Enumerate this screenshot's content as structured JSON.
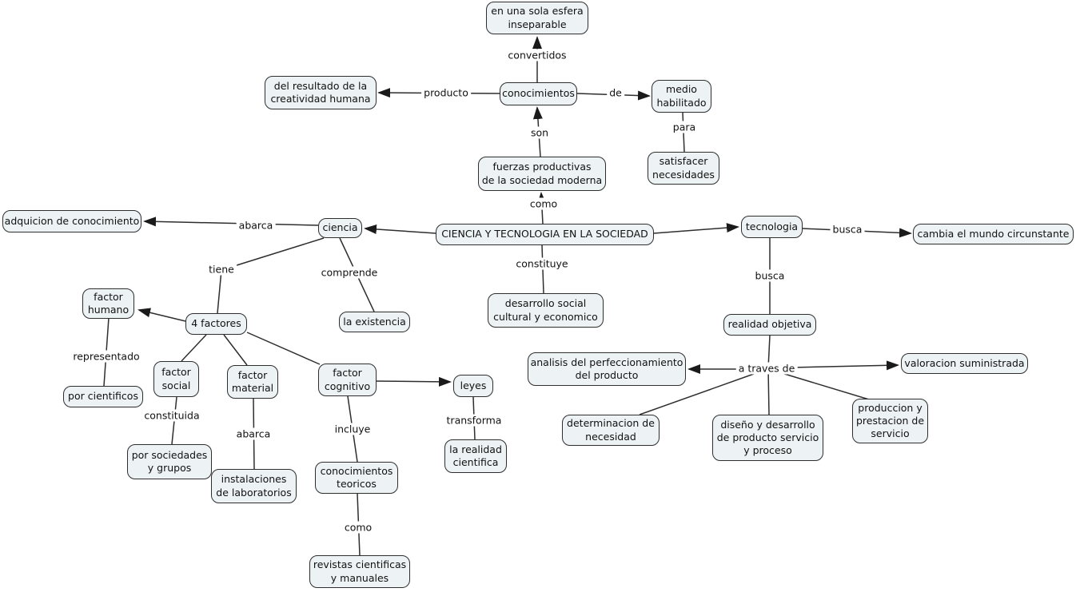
{
  "colors": {
    "background": "#ffffff",
    "node_fill": "#edf2f5",
    "node_border": "#2e2e2e",
    "line": "#2e2e2e",
    "text": "#111111"
  },
  "nodes": {
    "en_esfera": {
      "label": "en una sola esfera\ninseparable"
    },
    "conocimientos": {
      "label": "conocimientos"
    },
    "del_resultado": {
      "label": "del resultado de la\ncreatividad humana"
    },
    "medio_habilitado": {
      "label": "medio\nhabilitado"
    },
    "satisfacer": {
      "label": "satisfacer\nnecesidades"
    },
    "fuerzas": {
      "label": "fuerzas productivas\nde la sociedad moderna"
    },
    "title": {
      "label": "CIENCIA Y TECNOLOGIA EN LA SOCIEDAD"
    },
    "ciencia": {
      "label": "ciencia"
    },
    "tecnologia": {
      "label": "tecnologia"
    },
    "adquicion": {
      "label": "adquicion de conocimiento"
    },
    "cambia": {
      "label": "cambia el mundo circunstante"
    },
    "desarrollo": {
      "label": "desarrollo social\ncultural y economico"
    },
    "la_existencia": {
      "label": "la existencia"
    },
    "factor_humano": {
      "label": "factor\nhumano"
    },
    "cuatro_factores": {
      "label": "4 factores"
    },
    "por_cientificos": {
      "label": "por cientificos"
    },
    "factor_social": {
      "label": "factor\nsocial"
    },
    "factor_material": {
      "label": "factor\nmaterial"
    },
    "factor_cognitivo": {
      "label": "factor\ncognitivo"
    },
    "leyes": {
      "label": "leyes"
    },
    "la_realidad": {
      "label": "la realidad\ncientifica"
    },
    "por_sociedades": {
      "label": "por sociedades\ny grupos"
    },
    "instalaciones": {
      "label": "instalaciones\nde laboratorios"
    },
    "conocimientos_teoricos": {
      "label": "conocimientos\nteoricos"
    },
    "revistas": {
      "label": "revistas cientificas\ny manuales"
    },
    "realidad_objetiva": {
      "label": "realidad objetiva"
    },
    "analisis": {
      "label": "analisis del perfeccionamiento\ndel producto"
    },
    "valoracion": {
      "label": "valoracion suministrada"
    },
    "determinacion": {
      "label": "determinacion de\nnecesidad"
    },
    "diseno": {
      "label": "diseño y desarrollo\nde producto servicio\ny proceso"
    },
    "produccion": {
      "label": "produccion y\nprestacion de\nservicio"
    }
  },
  "labels": {
    "convertidos": "convertidos",
    "producto": "producto",
    "de": "de",
    "para": "para",
    "son": "son",
    "como_top": "como",
    "constituye": "constituye",
    "abarca_ciencia": "abarca",
    "tiene": "tiene",
    "comprende": "comprende",
    "busca_cambia": "busca",
    "busca_realidad": "busca",
    "representado": "representado",
    "constituida": "constituida",
    "abarca_material": "abarca",
    "incluye": "incluye",
    "transforma": "transforma",
    "a_traves_de": "a traves de",
    "como_revistas": "como"
  }
}
